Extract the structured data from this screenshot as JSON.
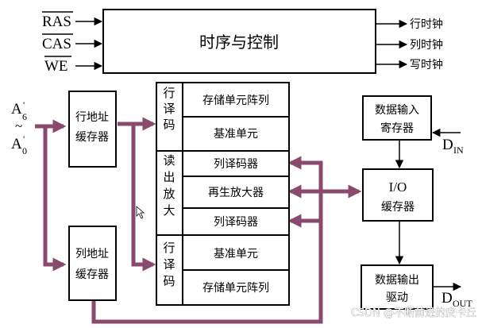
{
  "signals": {
    "ras": "RAS",
    "cas": "CAS",
    "we": "WE",
    "din_base": "D",
    "din_sub": "IN",
    "dout_base": "D",
    "dout_sub": "OUT",
    "addr_top": "A",
    "addr_top_sub": "6",
    "addr_tilde": "~",
    "addr_bottom": "A",
    "addr_bottom_sub": "0",
    "addr_prime": "'"
  },
  "control": {
    "title": "时序与控制",
    "outputs": [
      "行时钟",
      "列时钟",
      "写时钟"
    ]
  },
  "row_buffer": [
    "行地址",
    "缓存器"
  ],
  "col_buffer": [
    "列地址",
    "缓存器"
  ],
  "row_decoder_top": [
    "行",
    "译",
    "码"
  ],
  "row_decoder_bottom": [
    "行",
    "译",
    "码"
  ],
  "sense_amp": [
    "读",
    "出",
    "放",
    "大"
  ],
  "array_cells": [
    "存储单元阵列",
    "基准单元",
    "列译码器",
    "再生放大器",
    "列译码器",
    "基准单元",
    "存储单元阵列"
  ],
  "input_register": [
    "数据输入",
    "寄存器"
  ],
  "io_buffer": [
    "I/O",
    "缓存器"
  ],
  "output_driver": [
    "数据输出",
    "驱动"
  ],
  "watermark": "CSDN @不断前进的皮卡丘",
  "colors": {
    "bus": "#8a4a6e",
    "line": "#000000"
  }
}
